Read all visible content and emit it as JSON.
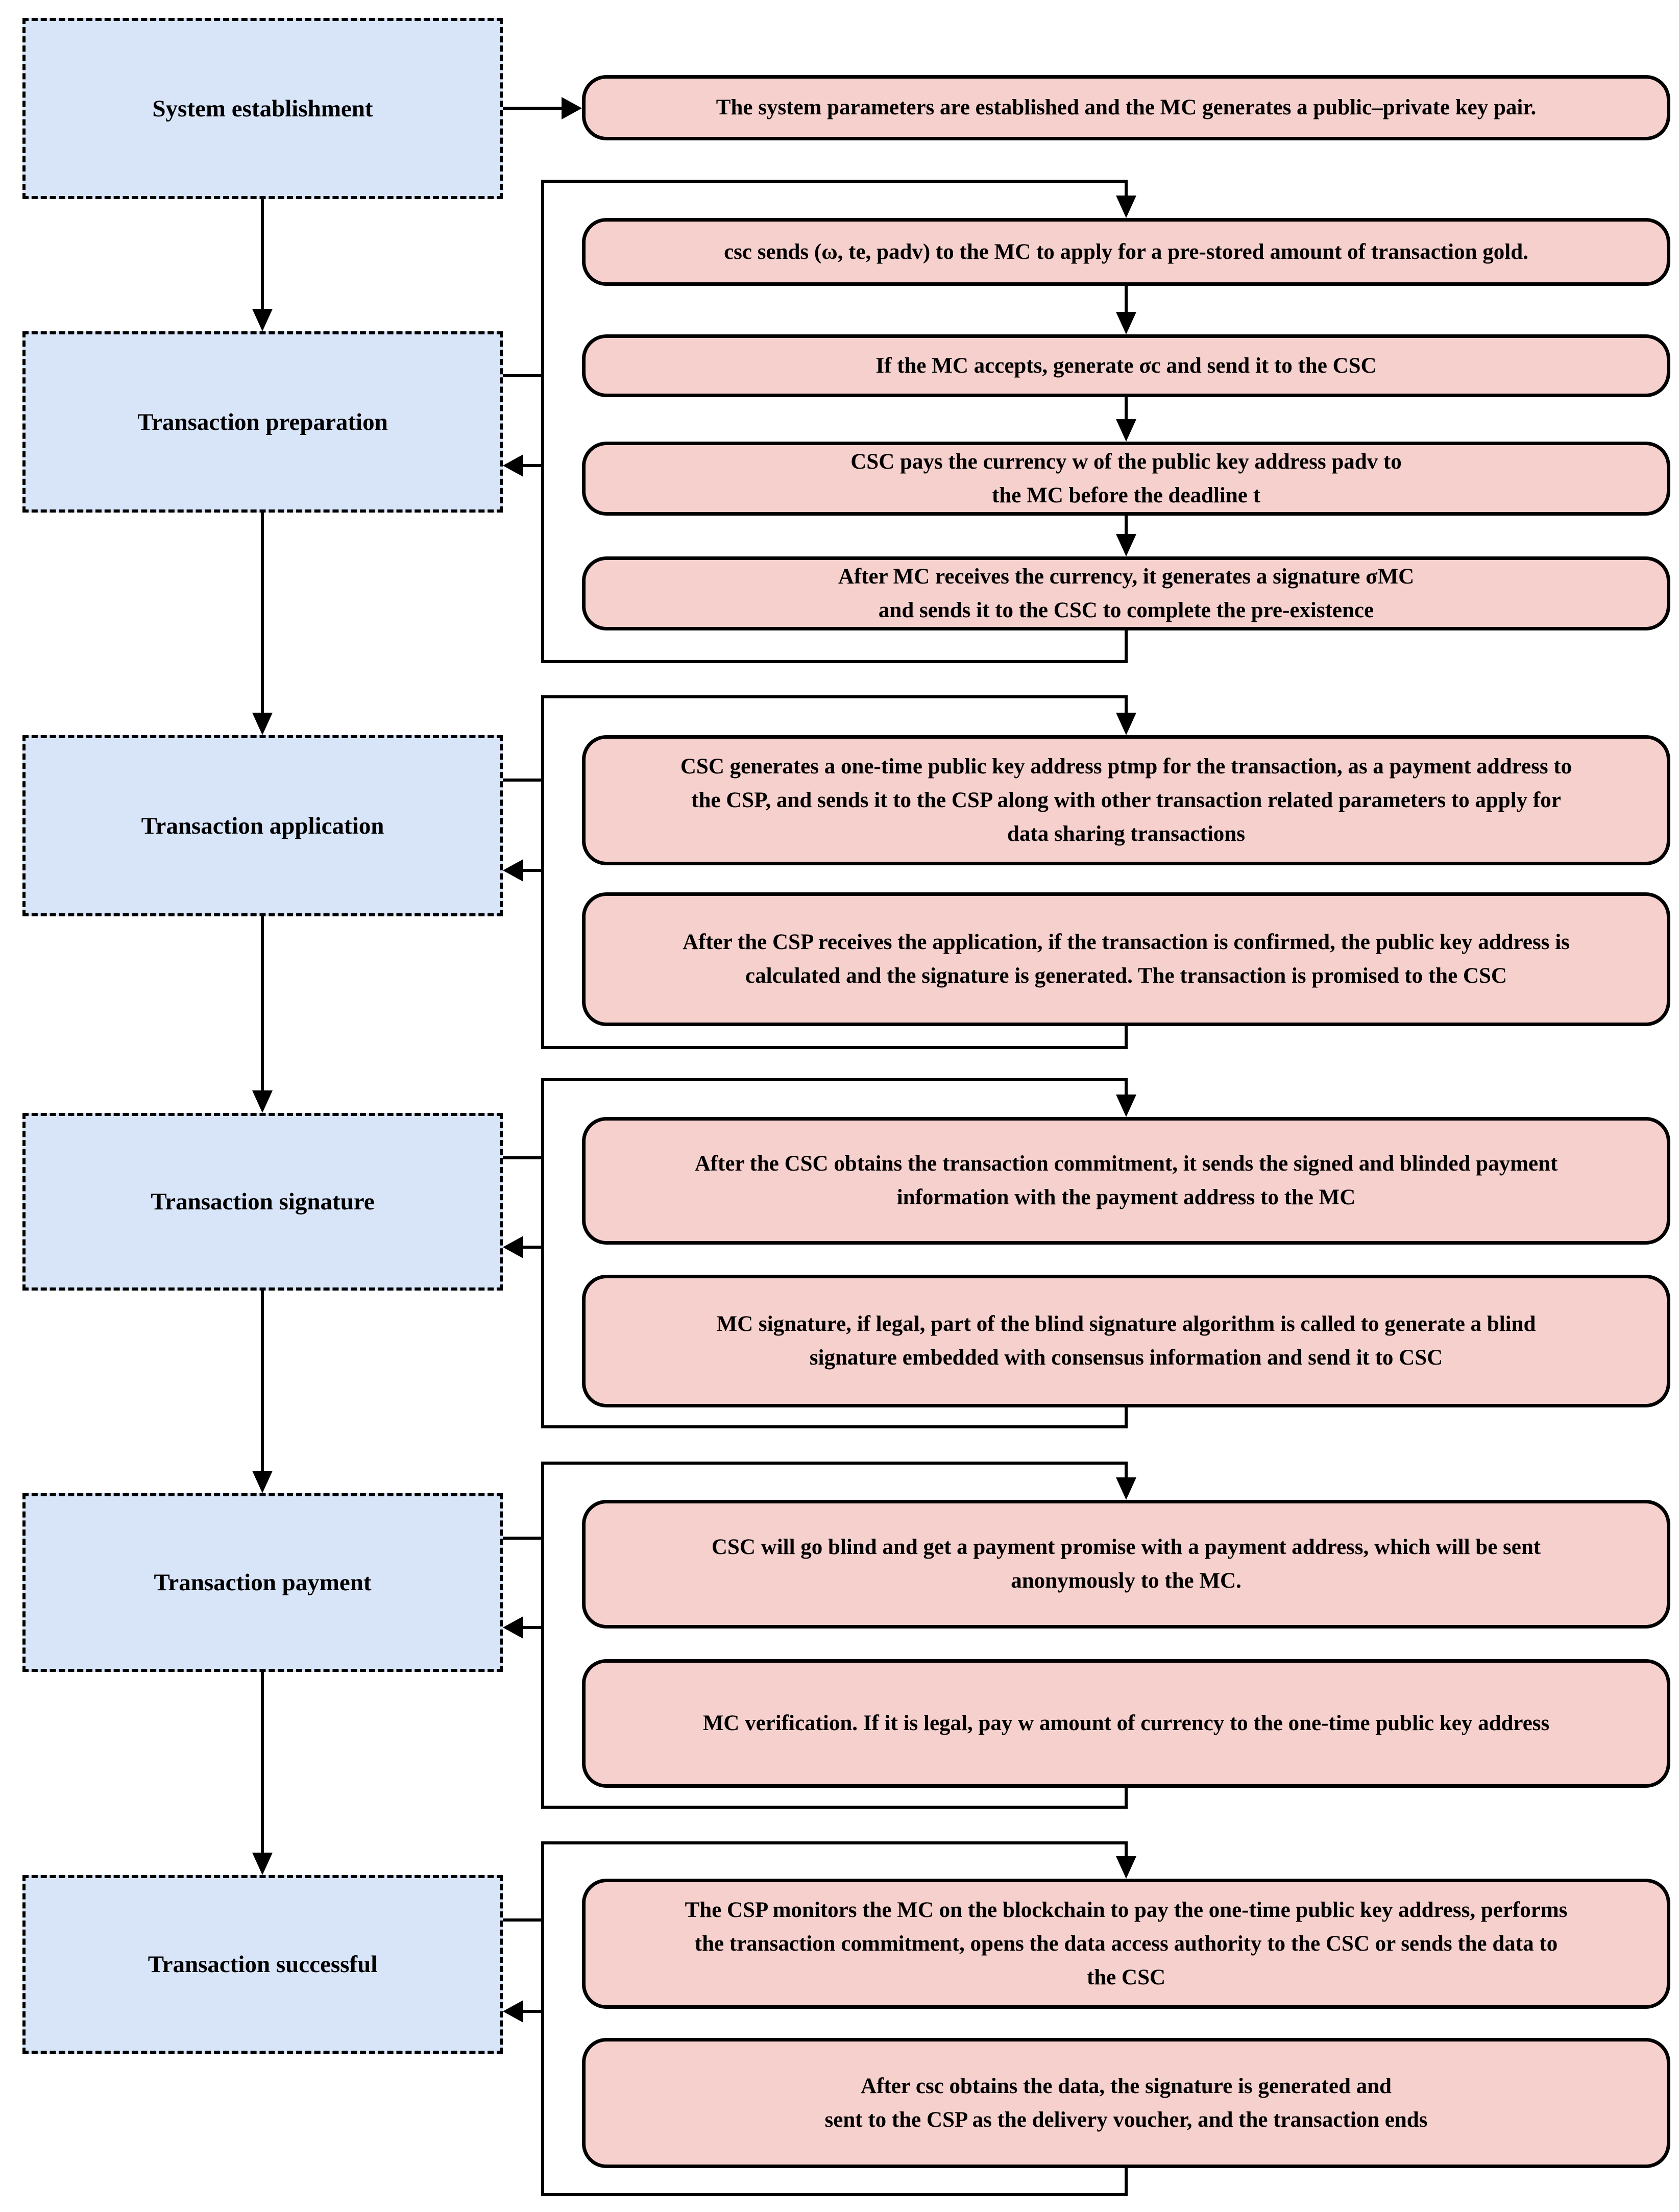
{
  "colors": {
    "stage_fill": "#d8e4f8",
    "step_fill": "#f6d0cd",
    "line_color": "#000000",
    "text_color": "#000000"
  },
  "stages": [
    {
      "label": "System establishment"
    },
    {
      "label": "Transaction preparation"
    },
    {
      "label": "Transaction application"
    },
    {
      "label": "Transaction signature"
    },
    {
      "label": "Transaction payment"
    },
    {
      "label": "Transaction successful"
    }
  ],
  "steps": [
    {
      "text": "The system parameters are established and the MC generates a public–private key pair."
    },
    {
      "text": "csc sends (ω, te, padv) to the MC to apply for a pre-stored amount of transaction gold."
    },
    {
      "text": "If the MC accepts, generate σc and send it to the CSC"
    },
    {
      "text": "CSC pays the currency w of the public key address padv to\nthe MC before the deadline t"
    },
    {
      "text": "After MC receives the currency, it generates a signature σMC\nand sends it to the CSC to complete the pre-existence"
    },
    {
      "text": "CSC generates a one-time public key address ptmp for the transaction, as a payment address to\nthe CSP, and sends it to the CSP along with other transaction related parameters to apply for\ndata sharing transactions"
    },
    {
      "text": "After the CSP receives the application, if the transaction is confirmed, the public key address is\ncalculated and the signature is generated. The transaction is promised to the CSC"
    },
    {
      "text": "After the CSC obtains the transaction commitment, it sends the signed and blinded payment\ninformation with the payment address to the MC"
    },
    {
      "text": "MC signature, if legal, part of the blind signature algorithm is called to generate a blind\nsignature embedded with consensus information and send it to CSC"
    },
    {
      "text": "CSC will go blind and get a payment promise with a payment address, which will be sent\nanonymously to the MC."
    },
    {
      "text": "MC verification. If it is legal, pay w amount of currency to the one-time public key address"
    },
    {
      "text": "The CSP monitors the MC on the blockchain to pay the one-time public key address, performs\nthe transaction commitment, opens the data access authority to the CSC or sends the data to\nthe CSC"
    },
    {
      "text": "After csc obtains the data, the signature is generated and\nsent to the CSP as the delivery voucher, and the transaction ends"
    }
  ]
}
